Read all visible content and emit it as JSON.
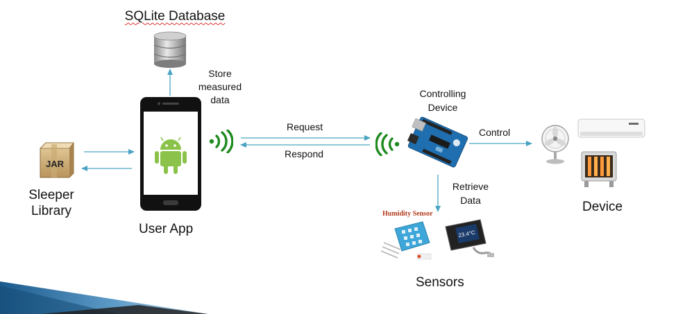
{
  "labels": {
    "database": "SQLite Database",
    "store_line1": "Store",
    "store_line2": "measured",
    "store_line3": "data",
    "request": "Request",
    "respond": "Respond",
    "controlling_line1": "Controlling",
    "controlling_line2": "Device",
    "control": "Control",
    "retrieve_line1": "Retrieve",
    "retrieve_line2": "Data",
    "device": "Device",
    "sensors": "Sensors",
    "user_app": "User App",
    "sleeper_line1": "Sleeper",
    "sleeper_line2": "Library",
    "jar_text": "JAR",
    "humidity_sensor_text": "Humidity Sensor",
    "thermo_display": "23.4°C"
  },
  "colors": {
    "arrow": "#4aa3c4",
    "android_green": "#8bc34a",
    "signal_green": "#1e8a1e",
    "arduino_blue": "#1f6fb0",
    "sensor_blue": "#3ea6d8",
    "bottom_bar": "#1b5a8c"
  },
  "icons": [
    "database-icon",
    "smartphone-icon",
    "android-icon",
    "wifi-signal-icon",
    "arduino-board-icon",
    "fan-icon",
    "air-conditioner-icon",
    "heater-icon",
    "humidity-sensor-icon",
    "temperature-sensor-icon",
    "jar-icon"
  ]
}
